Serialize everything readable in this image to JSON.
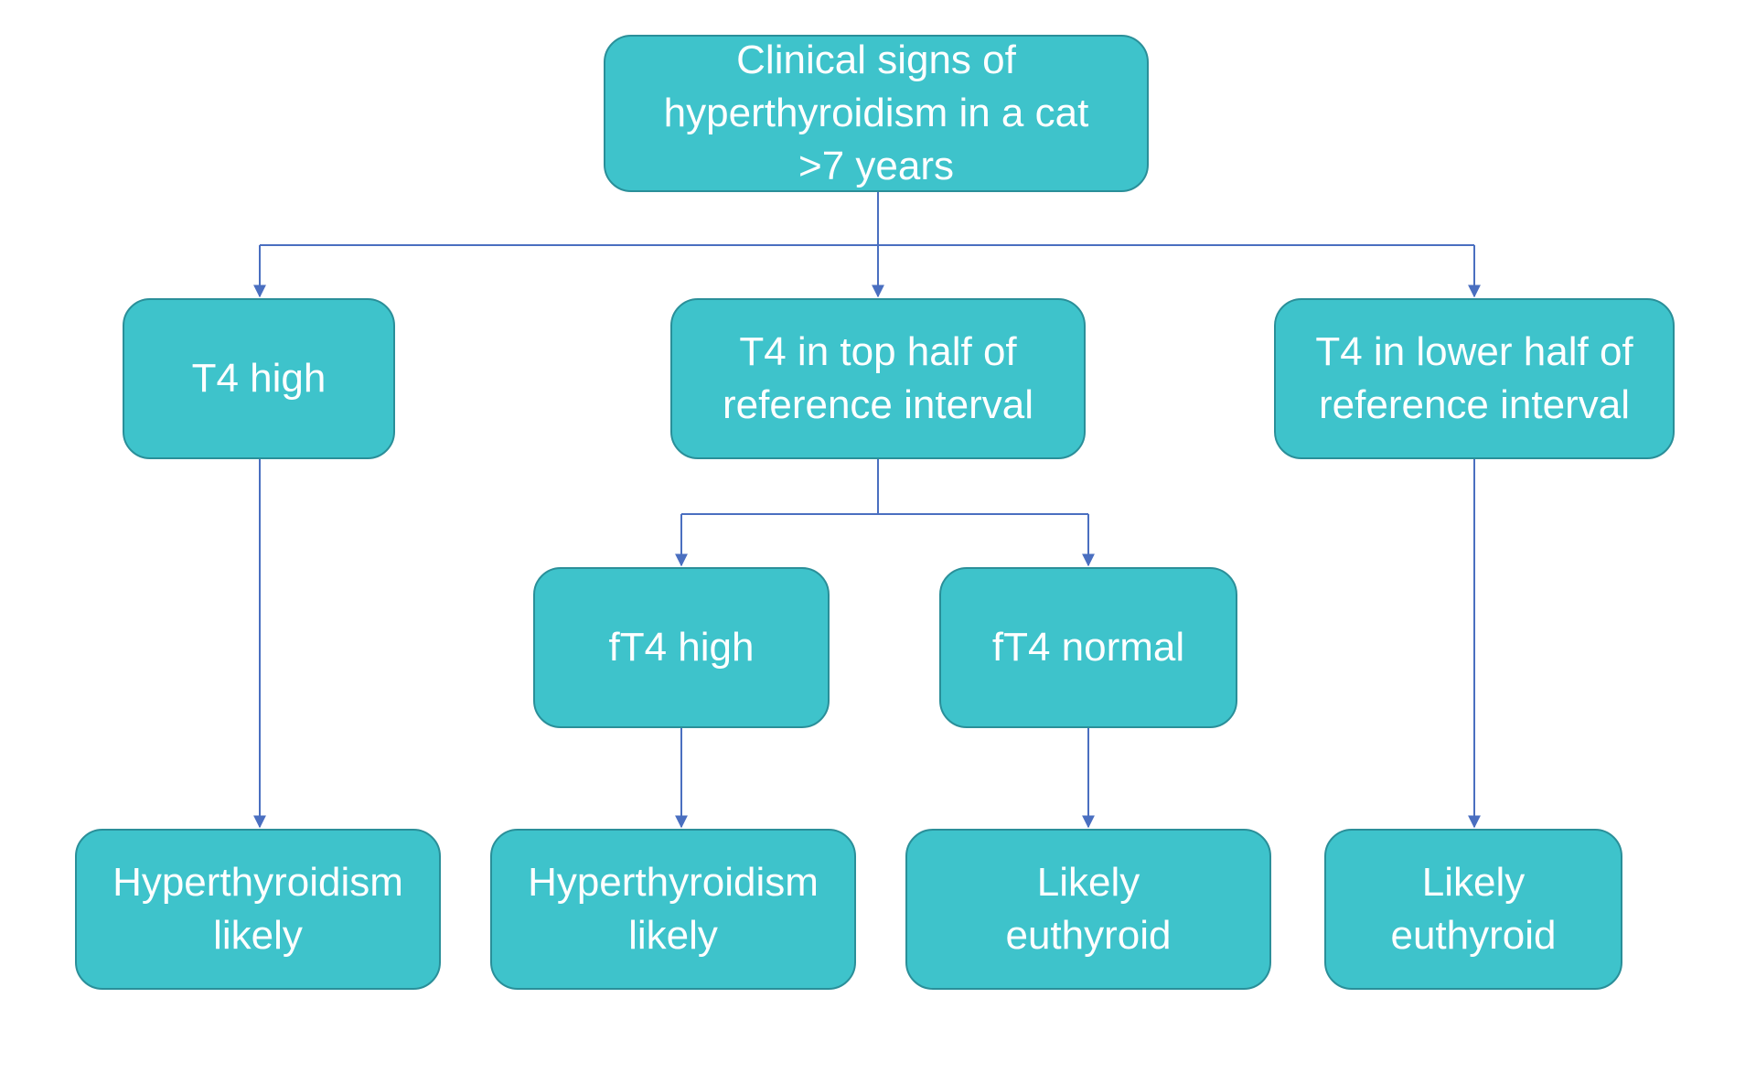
{
  "diagram": {
    "root": "Clinical signs of\nhyperthyroidism in a cat\n>7 years",
    "t4_high": "T4 high",
    "t4_top_half": "T4 in top half of\nreference interval",
    "t4_lower_half": "T4 in lower half of\nreference interval",
    "ft4_high": "fT4 high",
    "ft4_normal": "fT4 normal",
    "outcome_t4_high": "Hyperthyroidism\nlikely",
    "outcome_ft4_high": "Hyperthyroidism\nlikely",
    "outcome_ft4_normal": "Likely\neuthyroid",
    "outcome_t4_lower": "Likely\neuthyroid"
  },
  "colors": {
    "node_fill": "#3ec3cb",
    "node_border": "#2a8f99",
    "node_text": "#ffffff",
    "connector": "#4a6fc0"
  }
}
